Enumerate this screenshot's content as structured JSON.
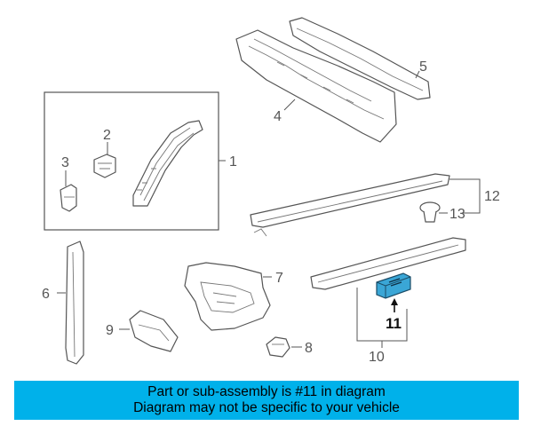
{
  "diagram": {
    "highlight_color": "#3aa6d6",
    "callouts": [
      {
        "id": "1",
        "label": "1"
      },
      {
        "id": "2",
        "label": "2"
      },
      {
        "id": "3",
        "label": "3"
      },
      {
        "id": "4",
        "label": "4"
      },
      {
        "id": "5",
        "label": "5"
      },
      {
        "id": "6",
        "label": "6"
      },
      {
        "id": "7",
        "label": "7"
      },
      {
        "id": "8",
        "label": "8"
      },
      {
        "id": "9",
        "label": "9"
      },
      {
        "id": "10",
        "label": "10"
      },
      {
        "id": "11",
        "label": "11"
      },
      {
        "id": "12",
        "label": "12"
      },
      {
        "id": "13",
        "label": "13"
      }
    ],
    "highlighted_part": "11"
  },
  "banner": {
    "color": "#00b1ea",
    "line1": "Part or sub-assembly is #11 in diagram",
    "line2": "Diagram may not be specific to your vehicle"
  }
}
